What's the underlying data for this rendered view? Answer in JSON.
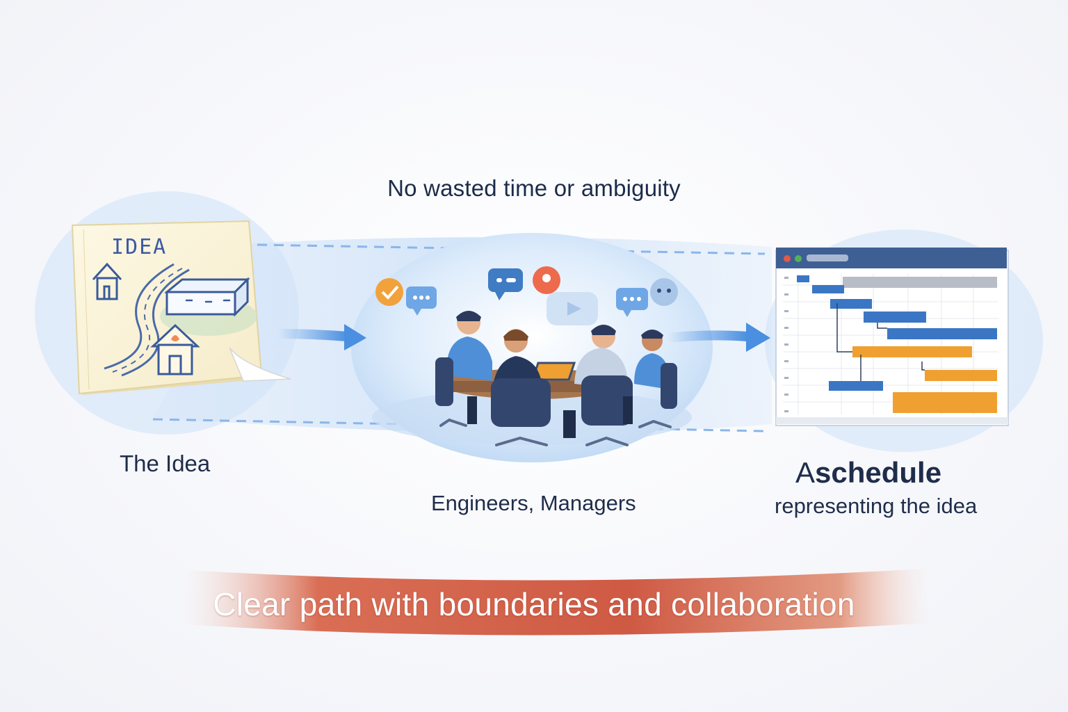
{
  "headline": "No wasted time or ambiguity",
  "idea_card": {
    "title": "IDEA"
  },
  "stages": {
    "idea_label": "The Idea",
    "team_label": "Engineers, Managers",
    "schedule_label_prefix": "A",
    "schedule_label_bold": "schedule",
    "schedule_label_line2": "representing the idea"
  },
  "banner": {
    "text": "Clear path with boundaries and collaboration"
  },
  "icons": [
    "house-icon",
    "road-icon",
    "brick-icon",
    "check-bubble-icon",
    "chat-bubble-icon",
    "play-bubble-icon",
    "arrow-right-icon"
  ],
  "colors": {
    "navy_text": "#1f2d4a",
    "flow_blue": "#4a8fe0",
    "banner_red": "#cf5a44",
    "gantt_blue": "#3a76c4",
    "gantt_orange": "#f0a030",
    "gantt_gray": "#b8bcc6",
    "window_bar": "#3e5f94"
  }
}
